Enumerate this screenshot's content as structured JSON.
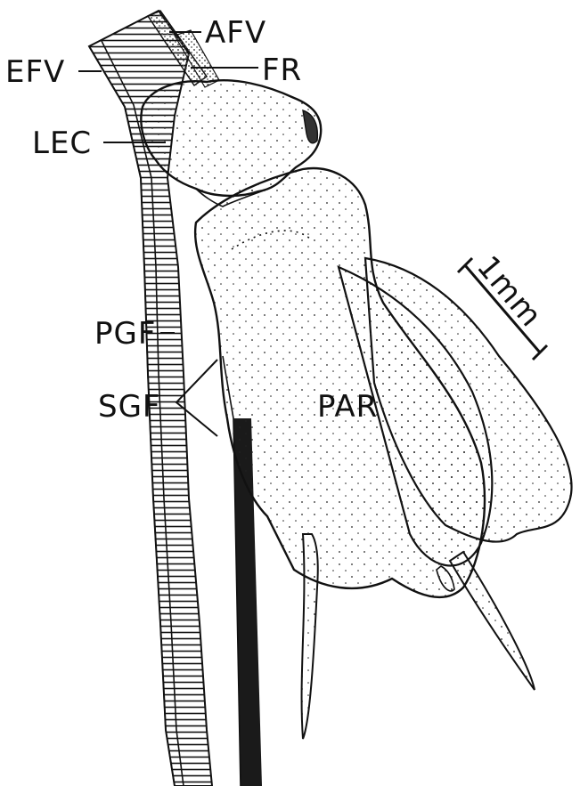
{
  "labels": {
    "afv": "AFV",
    "efv": "EFV",
    "fr": "FR",
    "lec": "LEC",
    "pgf": "PGF",
    "sgf": "SGF",
    "par": "PAR"
  },
  "scale_bar": {
    "label": "1mm"
  },
  "colors": {
    "ink": "#111111",
    "paper": "#ffffff"
  }
}
